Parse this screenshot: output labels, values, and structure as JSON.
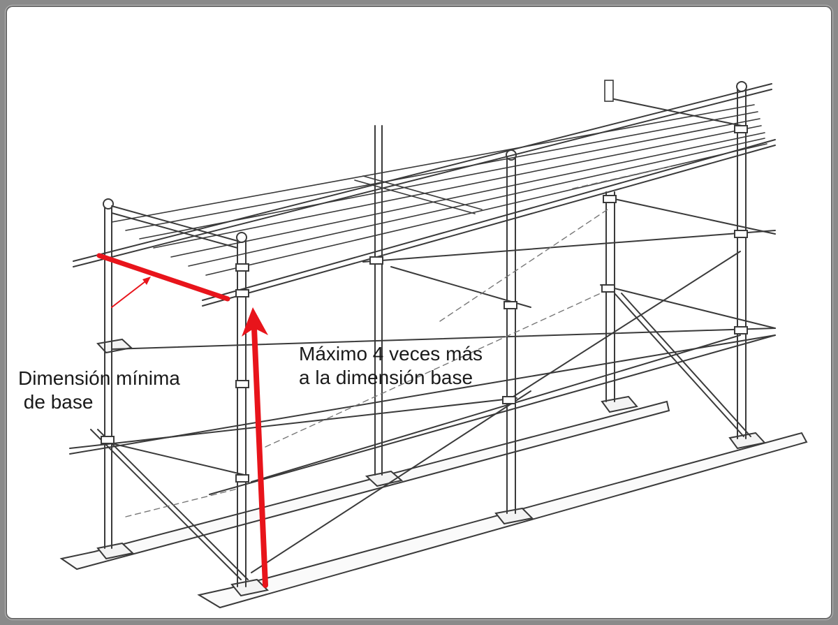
{
  "labels": {
    "min_base": [
      "Dimensión mínima",
      " de base"
    ],
    "max_height": [
      "Máximo 4 veces más",
      "a la dimensión base"
    ]
  },
  "colors": {
    "frame_border": "#6a6a6a",
    "line": "#3a3a3a",
    "highlight": "#e8141b"
  }
}
